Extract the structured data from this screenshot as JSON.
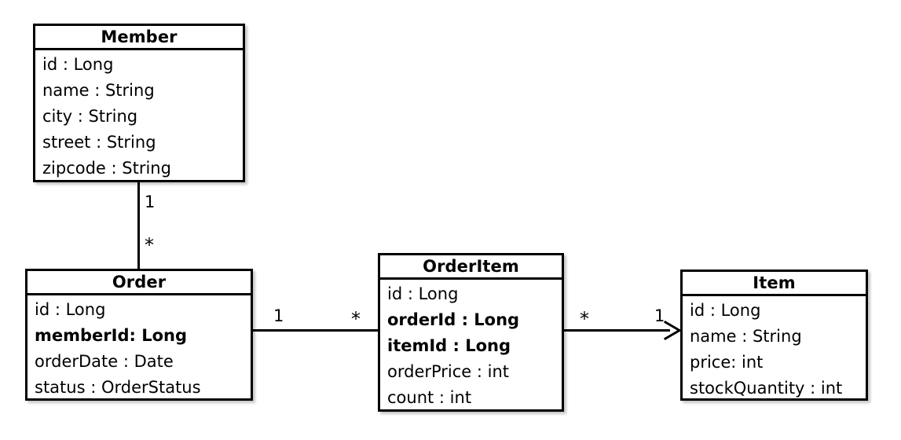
{
  "diagram": {
    "type": "uml-class-diagram",
    "title": "",
    "background_color": "#ffffff",
    "line_color": "#000000"
  },
  "classes": [
    {
      "id": "member",
      "name": "Member",
      "attributes": [
        {
          "text": "id : Long",
          "bold": false
        },
        {
          "text": "name : String",
          "bold": false
        },
        {
          "text": "city : String",
          "bold": false
        },
        {
          "text": "street : String",
          "bold": false
        },
        {
          "text": "zipcode : String",
          "bold": false
        }
      ]
    },
    {
      "id": "order",
      "name": "Order",
      "attributes": [
        {
          "text": "id : Long",
          "bold": false
        },
        {
          "text": "memberId: Long",
          "bold": true
        },
        {
          "text": "orderDate : Date",
          "bold": false
        },
        {
          "text": "status : OrderStatus",
          "bold": false
        }
      ]
    },
    {
      "id": "orderitem",
      "name": "OrderItem",
      "attributes": [
        {
          "text": "id : Long",
          "bold": false
        },
        {
          "text": "orderId : Long",
          "bold": true
        },
        {
          "text": "itemId : Long",
          "bold": true
        },
        {
          "text": "orderPrice : int",
          "bold": false
        },
        {
          "text": "count : int",
          "bold": false
        }
      ]
    },
    {
      "id": "item",
      "name": "Item",
      "attributes": [
        {
          "text": "id : Long",
          "bold": false
        },
        {
          "text": "name : String",
          "bold": false
        },
        {
          "text": "price: int",
          "bold": false
        },
        {
          "text": "stockQuantity : int",
          "bold": false
        }
      ]
    }
  ],
  "relationships": [
    {
      "id": "member-order",
      "from": "Member",
      "to": "Order",
      "orientation": "vertical",
      "source_multiplicity": "1",
      "target_multiplicity": "*",
      "arrow": false
    },
    {
      "id": "order-orderitem",
      "from": "Order",
      "to": "OrderItem",
      "orientation": "horizontal",
      "source_multiplicity": "1",
      "target_multiplicity": "*",
      "arrow": false
    },
    {
      "id": "orderitem-item",
      "from": "OrderItem",
      "to": "Item",
      "orientation": "horizontal",
      "source_multiplicity": "*",
      "target_multiplicity": "1",
      "arrow": true
    }
  ]
}
